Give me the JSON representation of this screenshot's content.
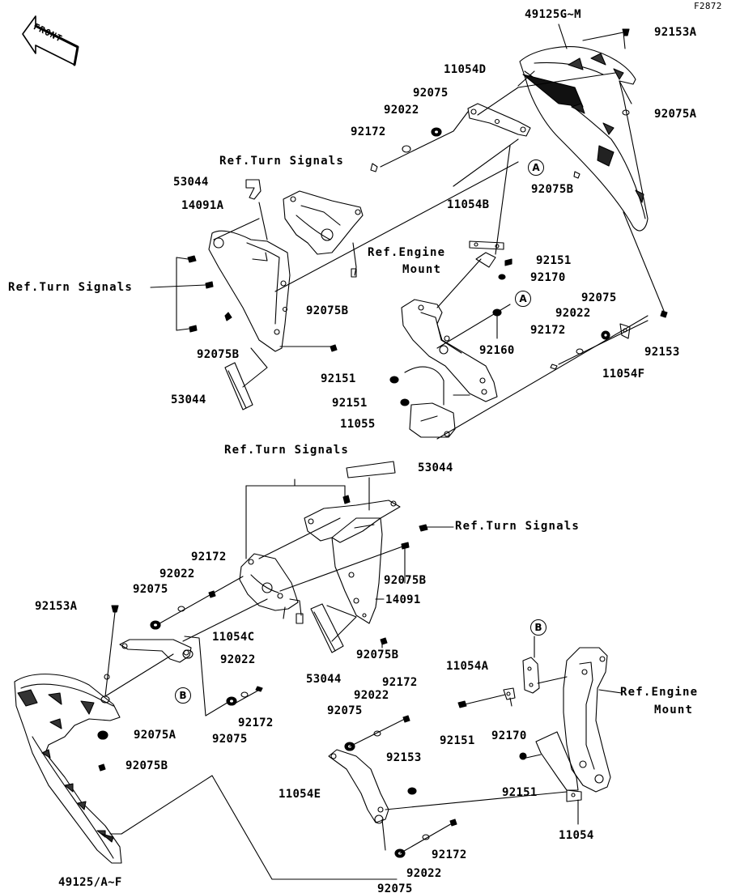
{
  "figure_id": "F2872",
  "front_label": "FRONT",
  "circle_a": "A",
  "circle_b": "B",
  "labels": {
    "p_49125gm": "49125G~M",
    "p_92153a_top": "92153A",
    "p_11054d": "11054D",
    "p_92075_top": "92075",
    "p_92022_top": "92022",
    "p_92172_top": "92172",
    "p_92075a_top": "92075A",
    "ref_turn_top": "Ref.Turn Signals",
    "p_53044_top": "53044",
    "p_14091a": "14091A",
    "ref_turn_left": "Ref.Turn Signals",
    "p_92075b_top": "92075B",
    "p_11054b": "11054B",
    "ref_engine_top_1": "Ref.Engine",
    "ref_engine_top_2": "Mount",
    "p_92151_t1": "92151",
    "p_92170_top": "92170",
    "p_92075_r": "92075",
    "p_92022_r": "92022",
    "p_92172_r": "92172",
    "p_92153_r": "92153",
    "p_11054f": "11054F",
    "p_92160": "92160",
    "p_92075b_l": "92075B",
    "p_92075b_m": "92075B",
    "p_92151_m1": "92151",
    "p_92151_m2": "92151",
    "p_53044_strip": "53044",
    "p_11055": "11055",
    "ref_turn_mid": "Ref.Turn Signals",
    "p_53044_mid": "53044",
    "ref_turn_mid_r": "Ref.Turn Signals",
    "p_92172_lm": "92172",
    "p_92022_lm": "92022",
    "p_92075_lm": "92075",
    "p_92153a_l": "92153A",
    "p_11054c": "11054C",
    "p_92075b_mid": "92075B",
    "p_14091": "14091",
    "p_92075b_mid2": "92075B",
    "p_53044_low": "53044",
    "p_92022_c": "92022",
    "p_92172_c": "92172",
    "p_92075_c": "92075",
    "p_92075a_l": "92075A",
    "p_92075b_l2": "92075B",
    "p_49125af": "49125/A~F",
    "p_11054a": "11054A",
    "ref_engine_low_1": "Ref.Engine",
    "ref_engine_low_2": "Mount",
    "p_92172_e": "92172",
    "p_92022_e": "92022",
    "p_92075_e": "92075",
    "p_92151_e": "92151",
    "p_92170_e": "92170",
    "p_92153_e": "92153",
    "p_92151_e2": "92151",
    "p_11054e": "11054E",
    "p_11054": "11054",
    "p_92172_b": "92172",
    "p_92022_b": "92022",
    "p_92075_b": "92075"
  }
}
